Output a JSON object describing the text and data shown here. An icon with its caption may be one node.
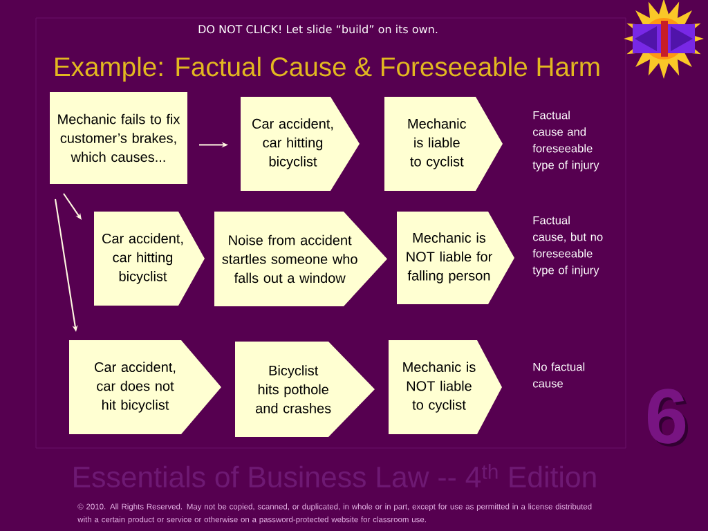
{
  "diagram": {
    "title": "Example: Factual Cause & Foreseeable Harm",
    "nodes": [
      {
        "text": [
          "Mechanic fails to fix customer’s brakes, which causes..."
        ]
      },
      {
        "text": [
          "Car accident, car hitting bicyclist"
        ]
      },
      {
        "text": [
          "Mechanic is liable to cyclist"
        ]
      },
      {
        "text": [
          "Car accident, car hitting bicyclist"
        ]
      },
      {
        "text": [
          "Noise from accident startles someone who falls out a window"
        ]
      },
      {
        "text": [
          "Mechanic is NOT liable for falling person"
        ]
      },
      {
        "text": [
          "Car accident, car does not hit bicyclist"
        ]
      },
      {
        "text": [
          "Bicyclist hits pothole and crashes"
        ]
      },
      {
        "text": [
          "Mechanic is NOT liable to cyclist"
        ]
      }
    ],
    "edges": [
      {
        "from": 0,
        "to": 1,
        "arrow": "to"
      },
      {
        "from": 0,
        "to": 3,
        "arrow": "to"
      },
      {
        "from": 0,
        "to": 6,
        "arrow": "to"
      }
    ],
    "labels": [
      "DO NOT CLICK!  Let slide “build” on its own.",
      "Factual cause and foreseeable type of injury",
      "Factual cause, but no foreseeable type of injury",
      "No factual cause",
      "6",
      "Essentials of Business Law  -- 4$^{th}$ Edition",
      "© 2010. All Rights Reserved. May not be copied, scanned, or duplicated, in whole or in part, except for use as permitted in a license distributed with a certain product or service or otherwise on a password-protected website for classroom use."
    ]
  }
}
